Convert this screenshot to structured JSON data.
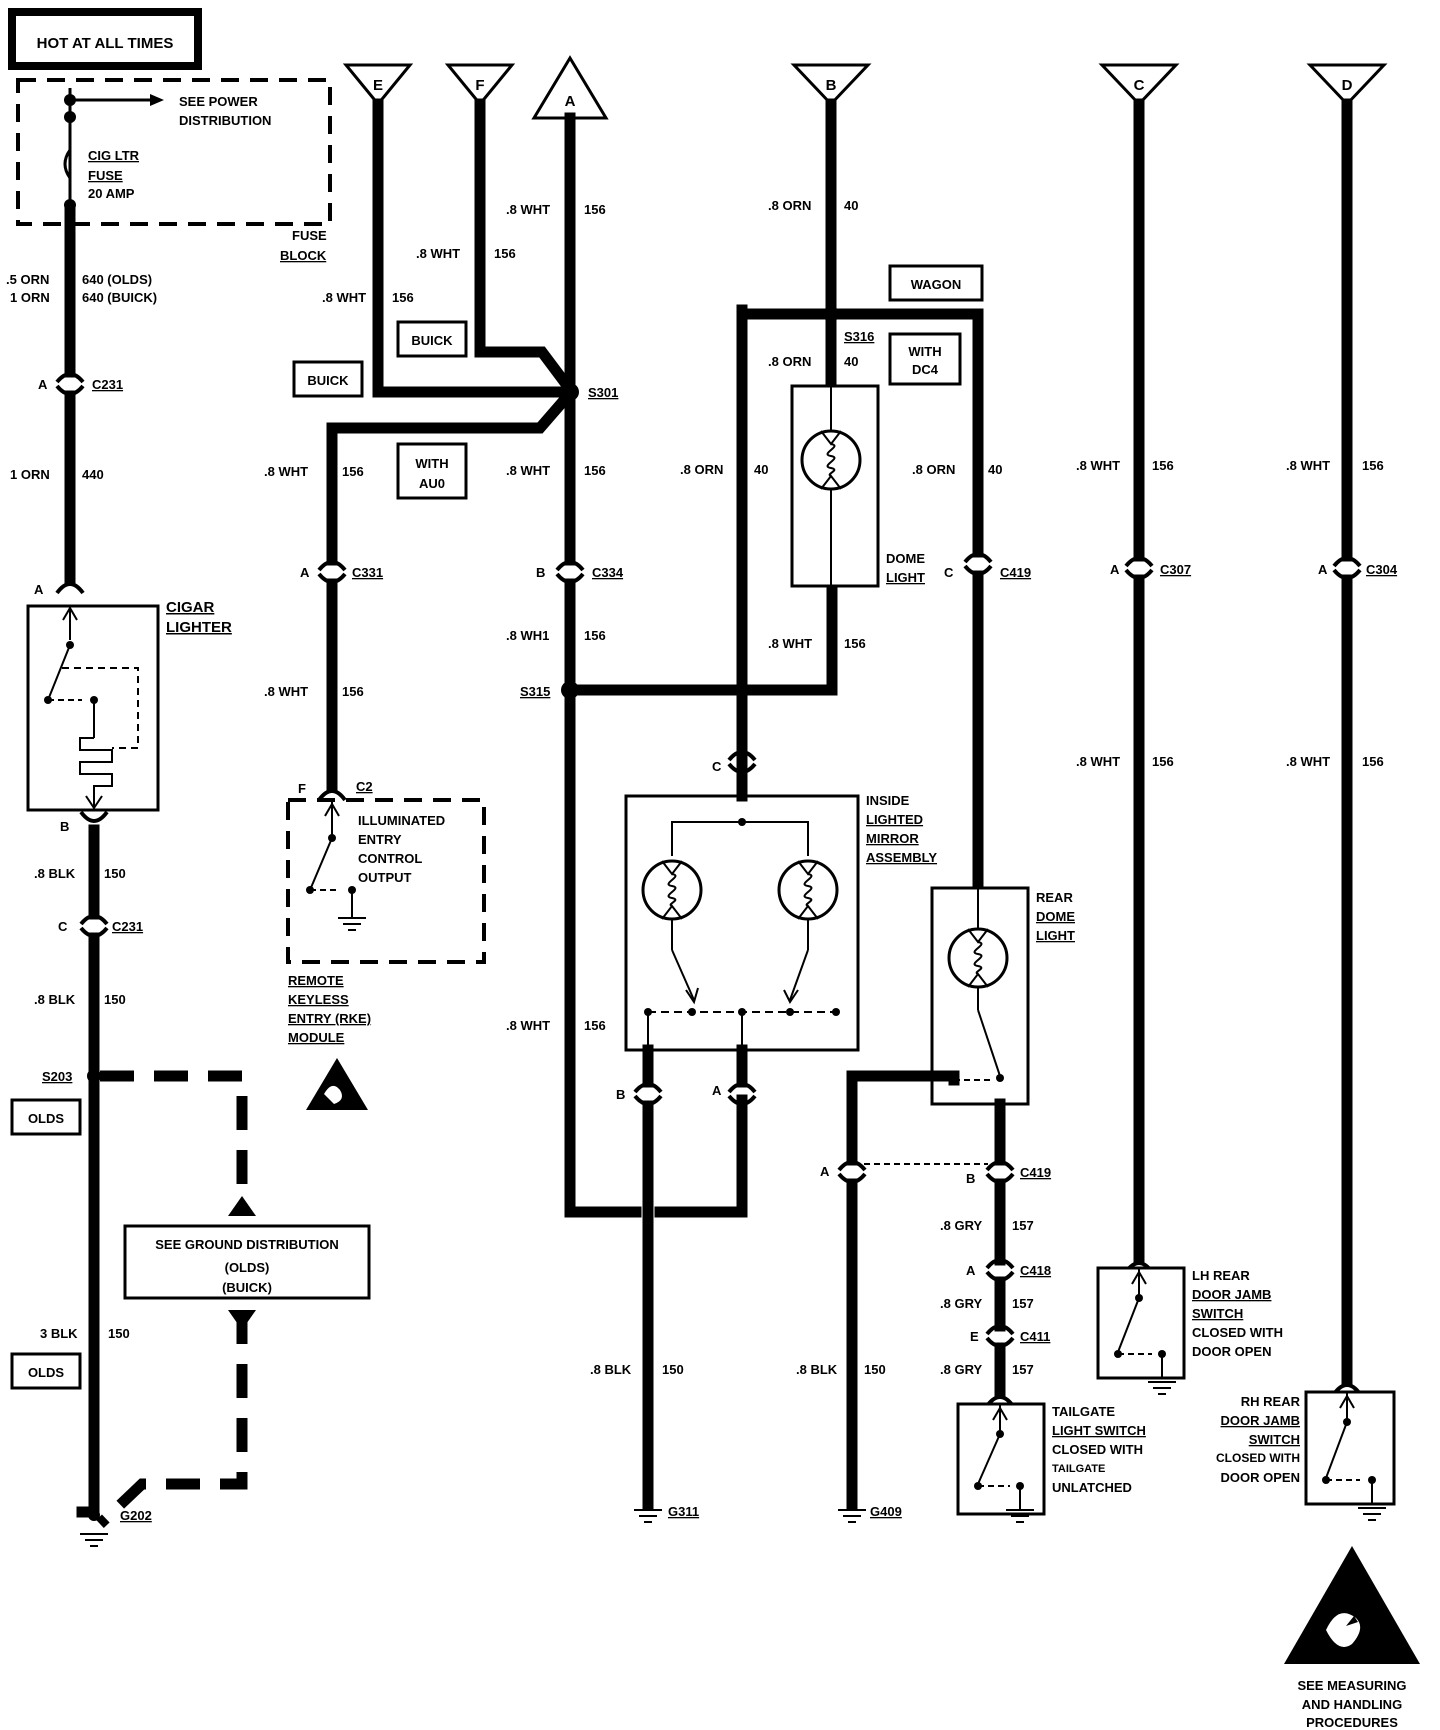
{
  "title": "HOT AT ALL TIMES",
  "arrow_labels": {
    "e": "E",
    "f": "F",
    "a": "A",
    "b": "B",
    "c": "C",
    "d": "D"
  },
  "fuse": {
    "see_power_1": "SEE POWER",
    "see_power_2": "DISTRIBUTION",
    "name_1": "CIG LTR",
    "name_2": "FUSE",
    "rating": "20 AMP",
    "block_1": "FUSE",
    "block_2": "BLOCK"
  },
  "left": {
    "w1": {
      "gauge": ".5 ORN",
      "circuit": "640  (OLDS)"
    },
    "w2": {
      "gauge": "1 ORN",
      "circuit": "640  (BUICK)"
    },
    "c231a": {
      "pin": "A",
      "name": "C231"
    },
    "w3": {
      "gauge": "1 ORN",
      "circuit": "440"
    },
    "lighter_pin_a": "A",
    "lighter_1": "CIGAR",
    "lighter_2": "LIGHTER",
    "lighter_pin_b": "B",
    "w4": {
      "gauge": ".8 BLK",
      "circuit": "150"
    },
    "c231c": {
      "pin": "C",
      "name": "C231"
    },
    "w5": {
      "gauge": ".8 BLK",
      "circuit": "150"
    },
    "s203": "S203",
    "olds1": "OLDS",
    "gd_1": "SEE GROUND DISTRIBUTION",
    "gd_2": "(OLDS)",
    "gd_3": "(BUICK)",
    "w6": {
      "gauge": "3 BLK",
      "circuit": "150"
    },
    "olds2": "OLDS",
    "g202": "G202"
  },
  "rke": {
    "wire_e": {
      "gauge": ".8 WHT",
      "circuit": "156"
    },
    "wire_f": {
      "gauge": ".8 WHT",
      "circuit": "156"
    },
    "buick1": "BUICK",
    "buick2": "BUICK",
    "with_au0_1": "WITH",
    "with_au0_2": "AU0",
    "w1": {
      "gauge": ".8 WHT",
      "circuit": "156"
    },
    "c331": {
      "pin": "A",
      "name": "C331"
    },
    "w2": {
      "gauge": ".8 WHT",
      "circuit": "156"
    },
    "c2": {
      "pin": "F",
      "name": "C2"
    },
    "iec_1": "ILLUMINATED",
    "iec_2": "ENTRY",
    "iec_3": "CONTROL",
    "iec_4": "OUTPUT",
    "module_1": "REMOTE",
    "module_2": "KEYLESS",
    "module_3": "ENTRY (RKE)",
    "module_4": "MODULE"
  },
  "center": {
    "wire_a": {
      "gauge": ".8 WHT",
      "circuit": "156"
    },
    "s301": "S301",
    "w1": {
      "gauge": ".8 WHT",
      "circuit": "156"
    },
    "c334": {
      "pin": "B",
      "name": "C334"
    },
    "w2": {
      "gauge": ".8 WH1",
      "circuit": "156"
    },
    "s315": "S315",
    "w3": {
      "gauge": ".8 WHT",
      "circuit": "156"
    },
    "mirror_pin_b": "B",
    "mirror_pin_a": "A",
    "mirror_pin_c": "C",
    "mirror_1": "INSIDE",
    "mirror_2": "LIGHTED",
    "mirror_3": "MIRROR",
    "mirror_4": "ASSEMBLY",
    "w4": {
      "gauge": ".8 BLK",
      "circuit": "150"
    },
    "g311": "G311"
  },
  "dome": {
    "wire_b": {
      "gauge": ".8 ORN",
      "circuit": "40"
    },
    "wagon": "WAGON",
    "s316": "S316",
    "with_dc4_1": "WITH",
    "with_dc4_2": "DC4",
    "w1": {
      "gauge": ".8 ORN",
      "circuit": "40"
    },
    "w2": {
      "gauge": ".8 ORN",
      "circuit": "40"
    },
    "dome_1": "DOME",
    "dome_2": "LIGHT",
    "w3": {
      "gauge": ".8 WHT",
      "circuit": "156"
    },
    "w4": {
      "gauge": ".8 ORN",
      "circuit": "40"
    },
    "c419c": {
      "pin": "C",
      "name": "C419"
    },
    "rear_1": "REAR",
    "rear_2": "DOME",
    "rear_3": "LIGHT",
    "c419a_pin": "A",
    "c419b": {
      "pin": "B",
      "name": "C419"
    },
    "w5": {
      "gauge": ".8 BLK",
      "circuit": "150"
    },
    "g409": "G409",
    "w6": {
      "gauge": ".8 GRY",
      "circuit": "157"
    },
    "c418": {
      "pin": "A",
      "name": "C418"
    },
    "w7": {
      "gauge": ".8 GRY",
      "circuit": "157"
    },
    "c411": {
      "pin": "E",
      "name": "C411"
    },
    "w8": {
      "gauge": ".8 GRY",
      "circuit": "157"
    },
    "tg_1": "TAILGATE",
    "tg_2": "LIGHT SWITCH",
    "tg_3": "CLOSED WITH",
    "tg_4": "TAILGATE",
    "tg_5": "UNLATCHED"
  },
  "lh": {
    "w1": {
      "gauge": ".8 WHT",
      "circuit": "156"
    },
    "c307": {
      "pin": "A",
      "name": "C307"
    },
    "w2": {
      "gauge": ".8 WHT",
      "circuit": "156"
    },
    "sw_1": "LH REAR",
    "sw_2": "DOOR JAMB",
    "sw_3": "SWITCH",
    "sw_4": "CLOSED WITH",
    "sw_5": "DOOR OPEN"
  },
  "rh": {
    "w1": {
      "gauge": ".8 WHT",
      "circuit": "156"
    },
    "c304": {
      "pin": "A",
      "name": "C304"
    },
    "w2": {
      "gauge": ".8 WHT",
      "circuit": "156"
    },
    "sw_1": "RH REAR",
    "sw_2": "DOOR JAMB",
    "sw_3": "SWITCH",
    "sw_4": "CLOSED WITH",
    "sw_5": "DOOR OPEN"
  },
  "esd_1": "SEE MEASURING",
  "esd_2": "AND HANDLING",
  "esd_3": "PROCEDURES"
}
